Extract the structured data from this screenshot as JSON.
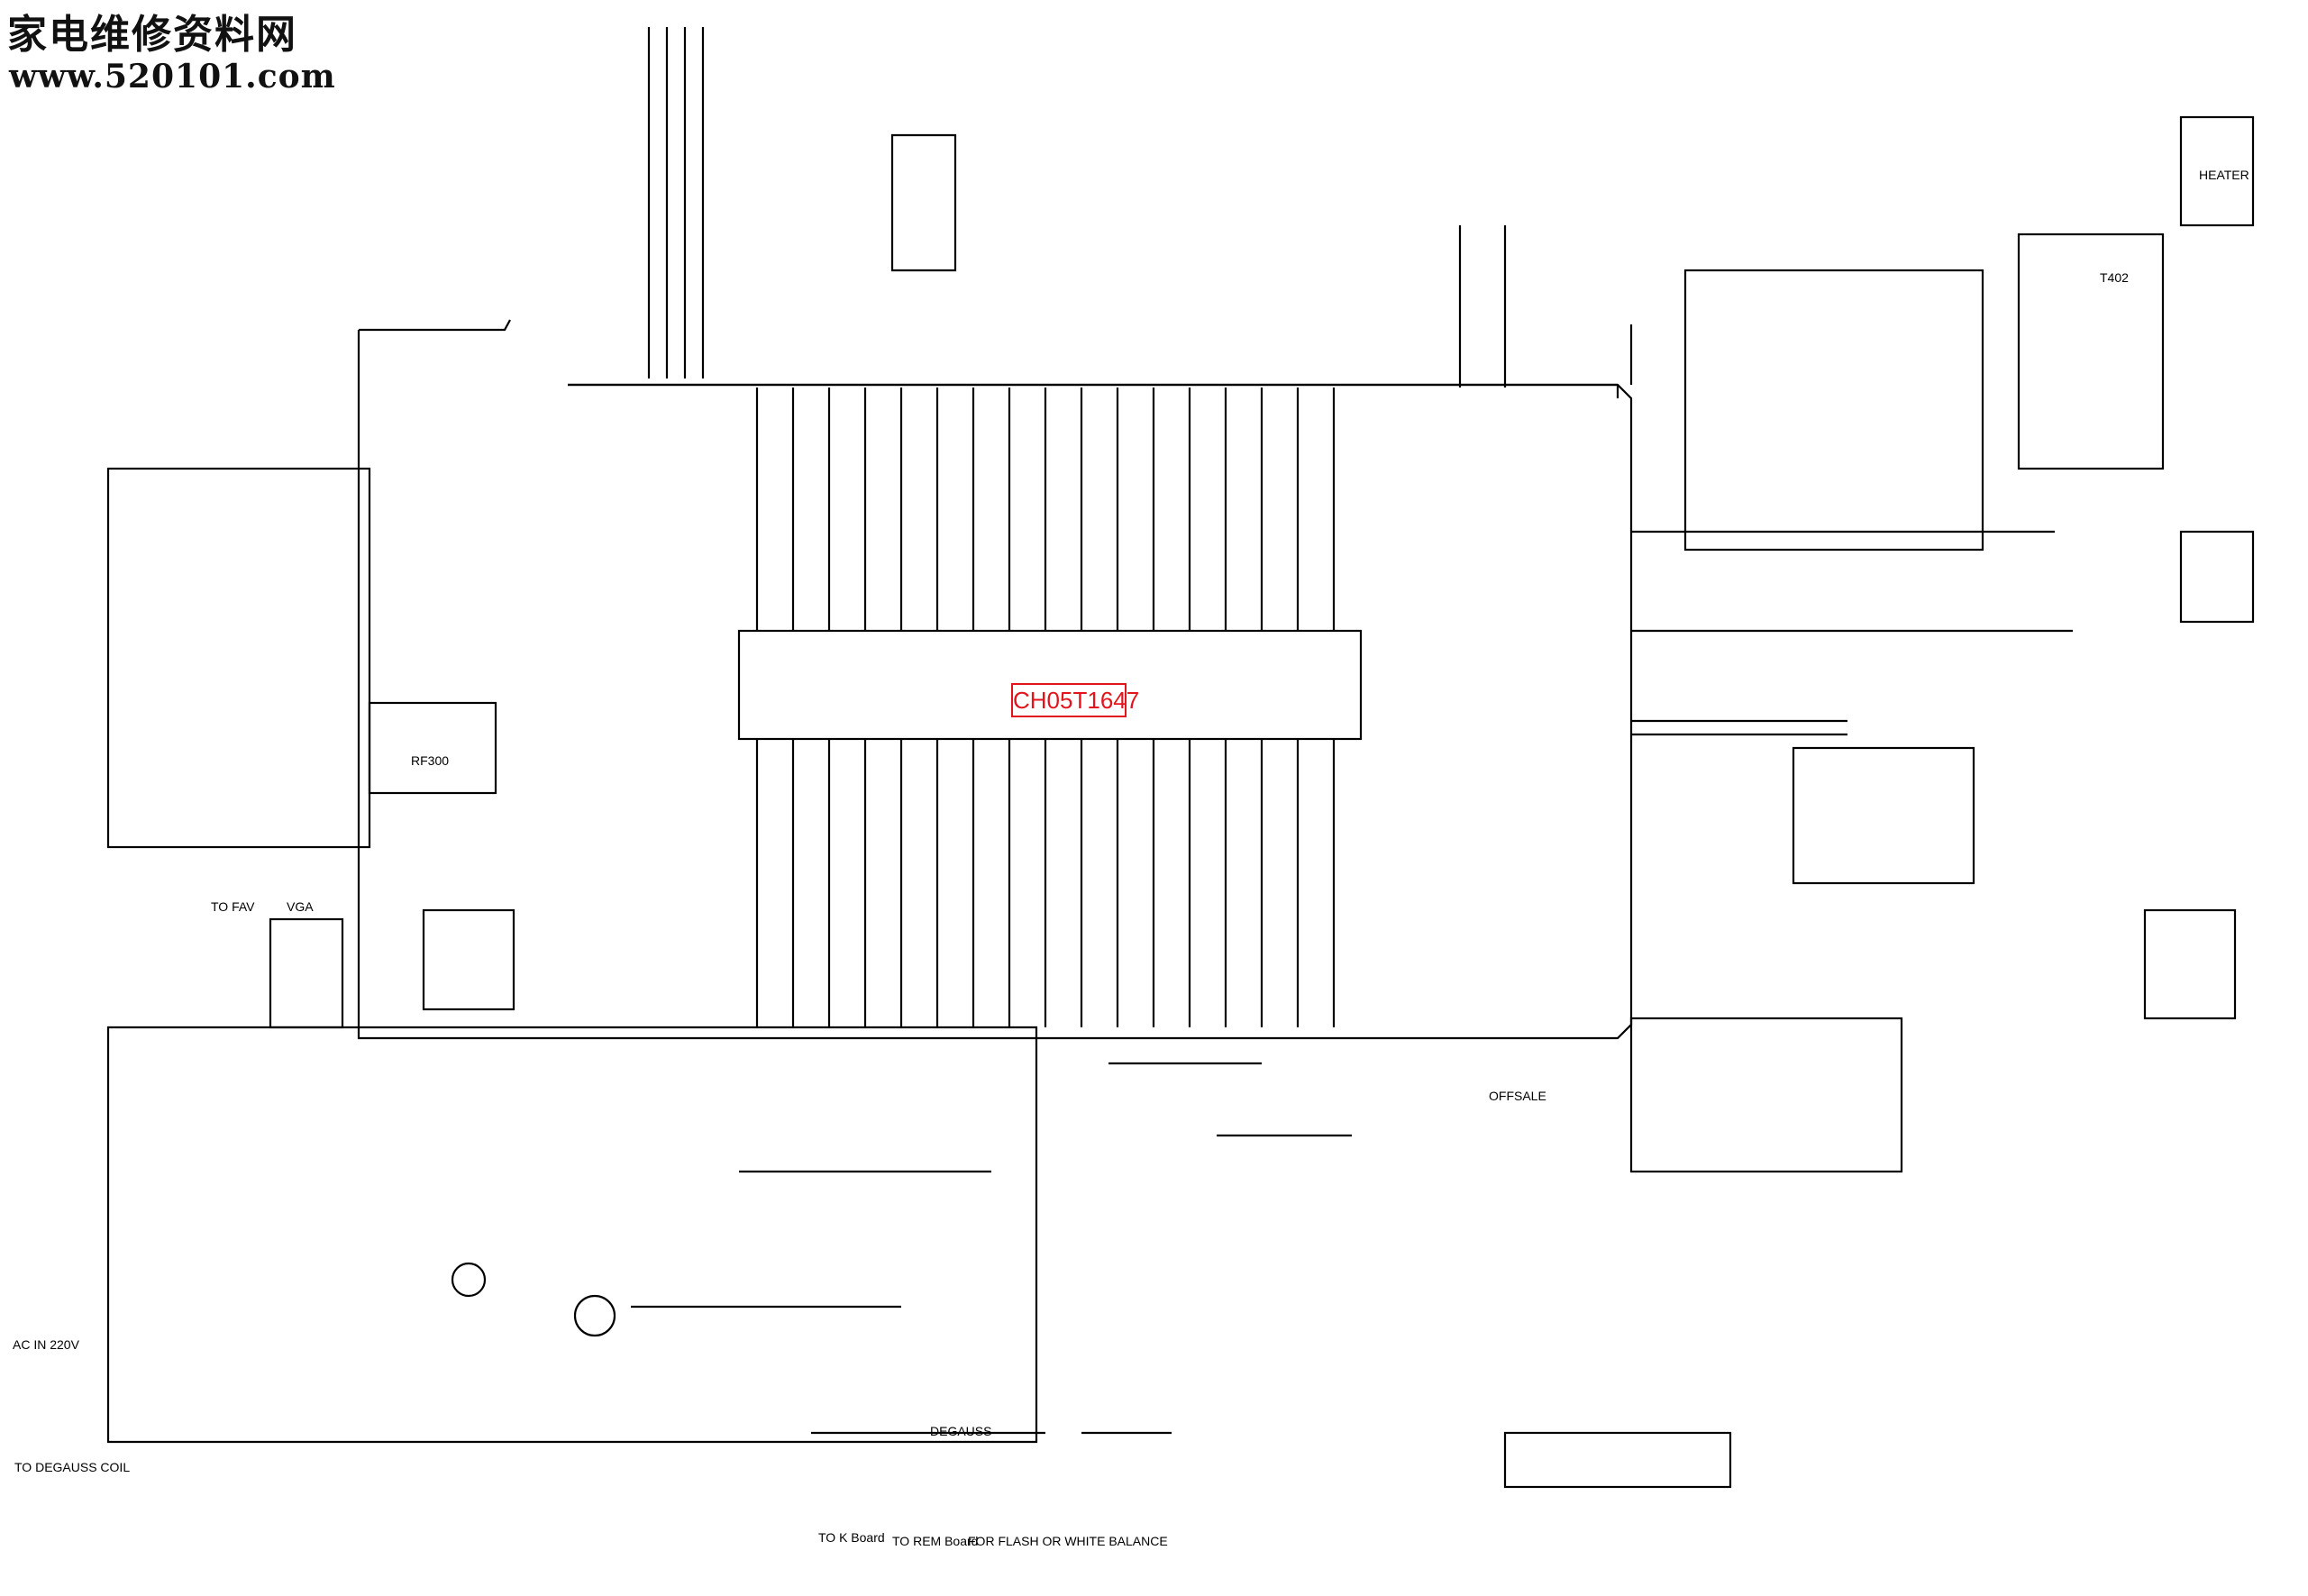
{
  "watermark": {
    "site_name": "家电维修资料网",
    "site_url": "www.520101.com"
  },
  "main_chip": {
    "label": "CH05T1647"
  },
  "labels": {
    "to_fav": "TO FAV",
    "vga": "VGA",
    "to_k_board": "TO K Board",
    "to_rem_board": "TO REM Board",
    "flash_note": "FOR FLASH OR WHITE BALANCE",
    "to_degauss_coil": "TO DEGAUSS COIL",
    "degauss": "DEGAUSS",
    "offsale": "OFFSALE",
    "heater": "HEATER",
    "t402": "T402",
    "ac_in": "AC IN 220V",
    "rf300": "RF300"
  },
  "colors": {
    "line": "#000000",
    "accent": "#e2141c",
    "background": "#ffffff"
  }
}
